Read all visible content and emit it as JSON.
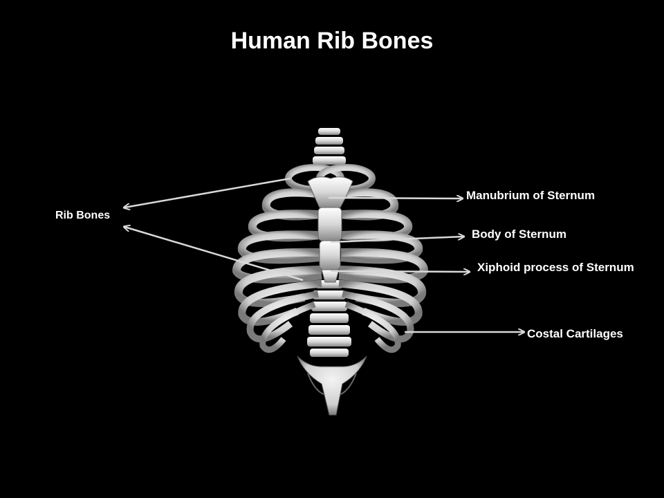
{
  "slide": {
    "title": "Human Rib Bones",
    "labels": {
      "rib_bones": "Rib Bones",
      "manubrium": "Manubrium  of  Sternum",
      "body_of_sternum": "Body of  Sternum",
      "xiphoid": "Xiphoid process of  Sternum",
      "costal_cartilages": "Costal  Cartilages"
    },
    "colors": {
      "background": "#000000",
      "bone": "#e6e6e6",
      "arrow": "#d9d9d9",
      "text": "#ffffff"
    }
  }
}
